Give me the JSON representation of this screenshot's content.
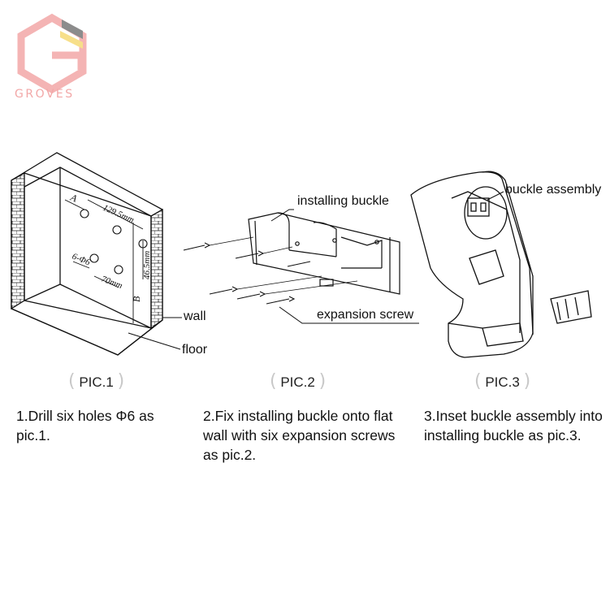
{
  "logo": {
    "text": "GROVES",
    "colors": {
      "hexagon": "#f4b4b4",
      "stripe_yellow": "#f7df8a",
      "stripe_gray": "#8c8c8c"
    }
  },
  "pic1": {
    "label": "PIC.1",
    "callouts": {
      "wall": "wall",
      "floor": "floor"
    },
    "dimensions": {
      "a": "A",
      "b": "B",
      "horizontal_top": "129.5mm",
      "vertical": "46.5mm",
      "horizontal_bottom": "70mm",
      "hole": "6-Φ6"
    }
  },
  "pic2": {
    "label": "PIC.2",
    "callouts": {
      "installing_buckle": "installing buckle",
      "expansion_screw": "expansion screw"
    }
  },
  "pic3": {
    "label": "PIC.3",
    "callouts": {
      "buckle_assembly": "buckle assembly"
    }
  },
  "steps": {
    "step1": "1.Drill six holes Φ6 as pic.1.",
    "step2": "2.Fix installing buckle onto flat wall with six expansion screws as pic.2.",
    "step3": "3.Inset buckle assembly into installing buckle as pic.3."
  }
}
